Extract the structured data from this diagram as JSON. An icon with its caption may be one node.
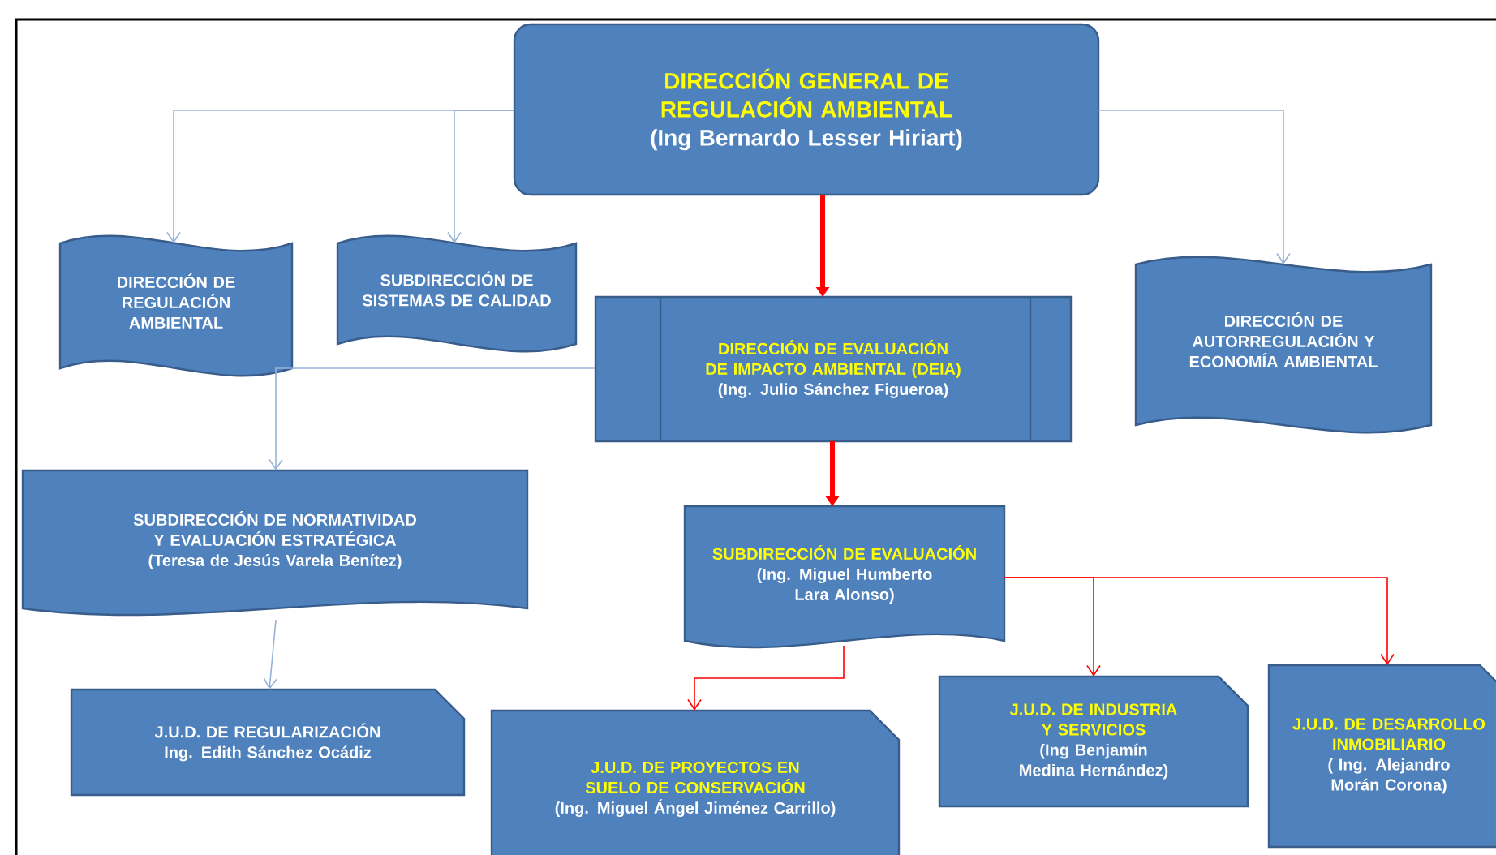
{
  "diagram": {
    "nodes": [
      {
        "text": [
          "DIRECCIÓN GENERAL DE REGULACIÓN AMBIENTAL",
          "(Ing Bernardo Lesser Hiriart)"
        ]
      },
      {
        "text": [
          "DIRECCIÓN DE REGULACIÓN AMBIENTAL"
        ]
      },
      {
        "text": [
          "SUBDIRECCIÓN DE SISTEMAS DE CALIDAD"
        ]
      },
      {
        "text": [
          "DIRECCIÓN DE EVALUACIÓN DE IMPACTO AMBIENTAL (DEIA)",
          "(Ing. Julio Sánchez Figueroa)"
        ]
      },
      {
        "text": [
          "DIRECCIÓN DE AUTORREGULACIÓN Y ECONOMÍA AMBIENTAL"
        ]
      },
      {
        "text": [
          "SUBDIRECCIÓN DE NORMATIVIDAD Y EVALUACIÓN ESTRATÉGICA",
          "(Teresa de Jesús Varela Benítez)"
        ]
      },
      {
        "text": [
          "SUBDIRECCIÓN DE EVALUACIÓN",
          "(Ing. Miguel Humberto Lara Alonso)"
        ]
      },
      {
        "text": [
          "J.U.D. DE REGULARIZACIÓN",
          "Ing. Edith Sánchez Ocádiz"
        ]
      },
      {
        "text": [
          "J.U.D. DE PROYECTOS EN SUELO DE CONSERVACIÓN",
          "(Ing. Miguel Ángel Jiménez Carrillo)"
        ]
      },
      {
        "text": [
          "J.U.D. DE INDUSTRIA Y SERVICIOS",
          "(Ing Benjamín Medina Hernández)"
        ]
      },
      {
        "text": [
          "J.U.D. DE DESARROLLO INMOBILIARIO",
          "( Ing. Alejandro Morán Corona)"
        ]
      }
    ],
    "edges": [
      {
        "from": 0,
        "to": 1,
        "arrow": "to",
        "color": "#95b3d7"
      },
      {
        "from": 0,
        "to": 2,
        "arrow": "to",
        "color": "#95b3d7"
      },
      {
        "from": 0,
        "to": 3,
        "arrow": "to",
        "style": "thick",
        "color": "#ff0000"
      },
      {
        "from": 0,
        "to": 4,
        "arrow": "to",
        "color": "#95b3d7"
      },
      {
        "from": 3,
        "to": 5,
        "arrow": "to",
        "color": "#95b3d7"
      },
      {
        "from": 5,
        "to": 7,
        "arrow": "to",
        "color": "#95b3d7"
      },
      {
        "from": 3,
        "to": 6,
        "arrow": "to",
        "style": "thick",
        "color": "#ff0000"
      },
      {
        "from": 6,
        "to": 8,
        "arrow": "to",
        "color": "#ff0000"
      },
      {
        "from": 6,
        "to": 9,
        "arrow": "to",
        "color": "#ff0000"
      },
      {
        "from": 6,
        "to": 10,
        "arrow": "to",
        "color": "#ff0000"
      }
    ]
  }
}
